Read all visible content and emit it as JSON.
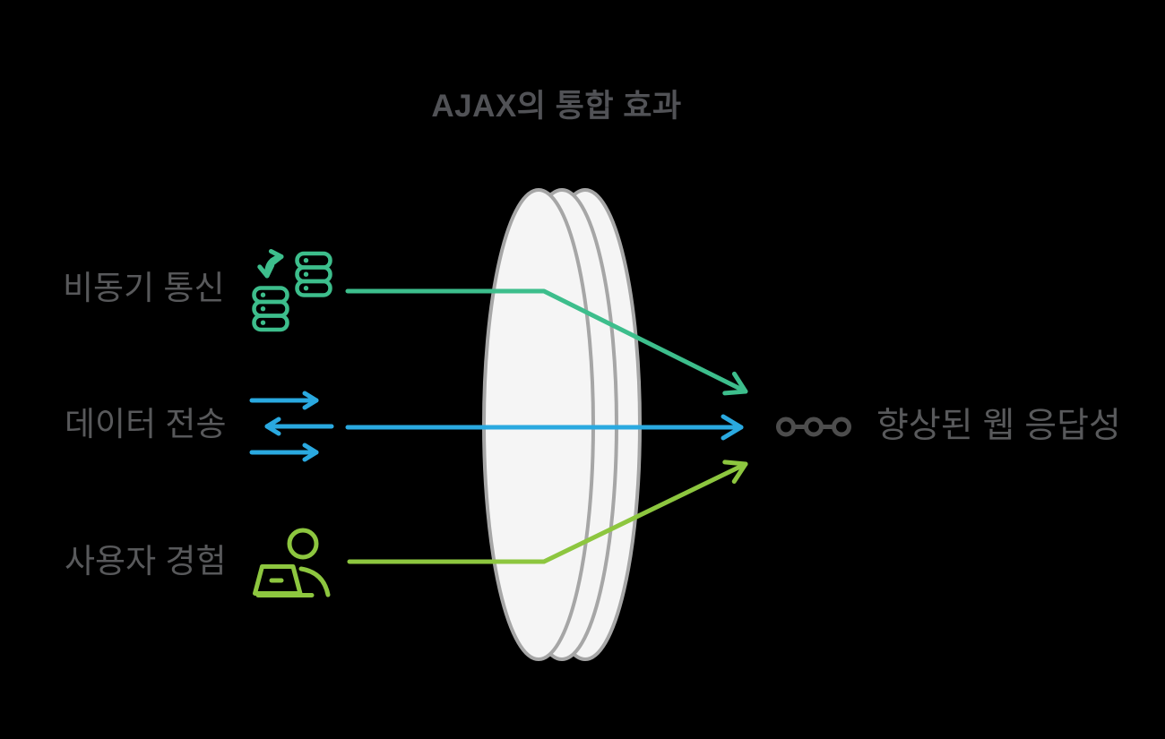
{
  "title": "AJAX의 통합 효과",
  "inputs": [
    {
      "label": "비동기 통신",
      "icon": "server-sync-icon",
      "color": "#3DBE8C"
    },
    {
      "label": "데이터 전송",
      "icon": "data-exchange-arrows-icon",
      "color": "#2AA9E0"
    },
    {
      "label": "사용자 경험",
      "icon": "person-laptop-icon",
      "color": "#8DC63F"
    }
  ],
  "output": {
    "label": "향상된 웹 응답성",
    "icon": "chain-dots-icon",
    "color": "#58595B"
  },
  "lens": {
    "shape": "convex-lens",
    "fill": "#F5F5F5",
    "stroke": "#A6A6A6"
  },
  "colors": {
    "background": "#000000",
    "label_text": "#58595B",
    "title_text": "#515256",
    "emerald": "#3DBE8C",
    "blue": "#2AA9E0",
    "olive": "#8DC63F",
    "chain_icon": "#4D4D4D"
  }
}
